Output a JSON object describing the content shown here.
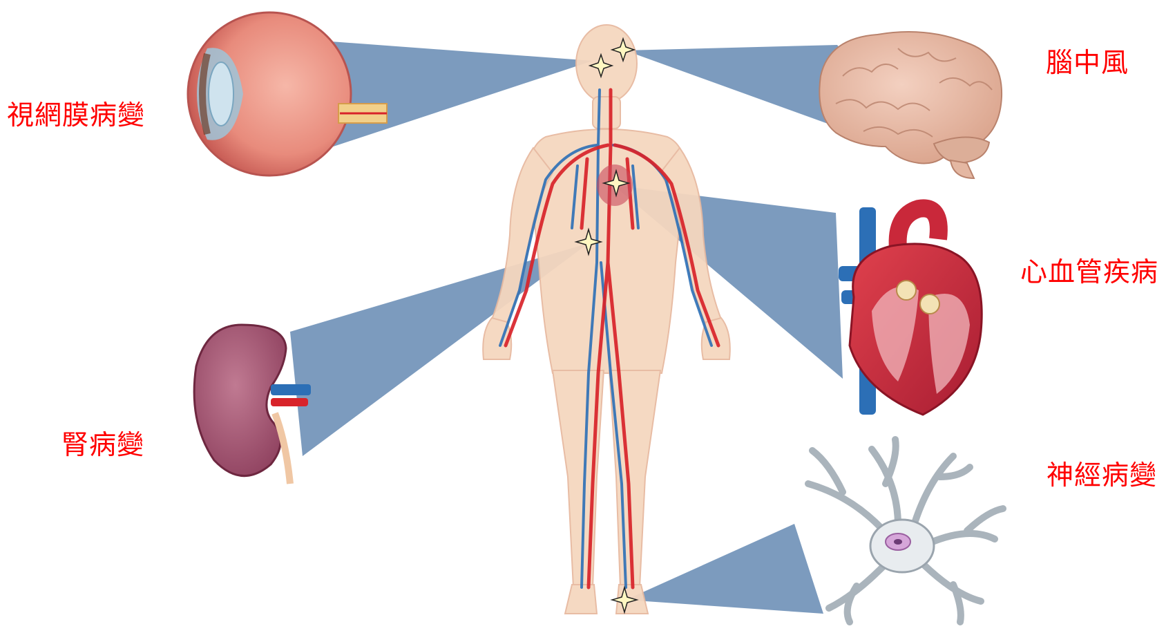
{
  "colors": {
    "label": "#ff0000",
    "beam": "#5f85b0",
    "artery": "#d8232a",
    "vein": "#2c6fb6",
    "skin": "#f5d7bf",
    "kidney": "#a65a74",
    "neuron": "#c7ced4",
    "brain": "#e6b8a2"
  },
  "organs": [
    {
      "id": "retina",
      "label": "視網膜病變",
      "icon": "eye-icon"
    },
    {
      "id": "stroke",
      "label": "腦中風",
      "icon": "brain-icon"
    },
    {
      "id": "cardio",
      "label": "心血管疾病",
      "icon": "heart-icon"
    },
    {
      "id": "kidney",
      "label": "腎病變",
      "icon": "kidney-icon"
    },
    {
      "id": "neuro",
      "label": "神經病變",
      "icon": "neuron-icon"
    }
  ]
}
